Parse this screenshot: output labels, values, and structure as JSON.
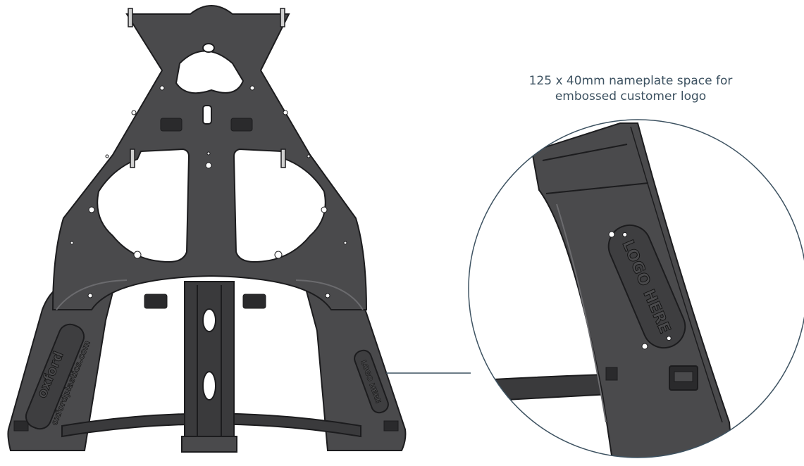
{
  "callout": {
    "line1": "125 x 40mm nameplate space for",
    "line2": "embossed customer logo"
  },
  "logo_placeholder": "LOGO HERE",
  "brand": {
    "name": "oxford",
    "website": "oxfordplastics.com"
  },
  "colors": {
    "part_body": "#4a4a4c",
    "part_edge": "#1c1c1e",
    "part_highlight": "#6b6b6e",
    "callout_line": "#3d5261",
    "callout_text": "#3d5261"
  }
}
